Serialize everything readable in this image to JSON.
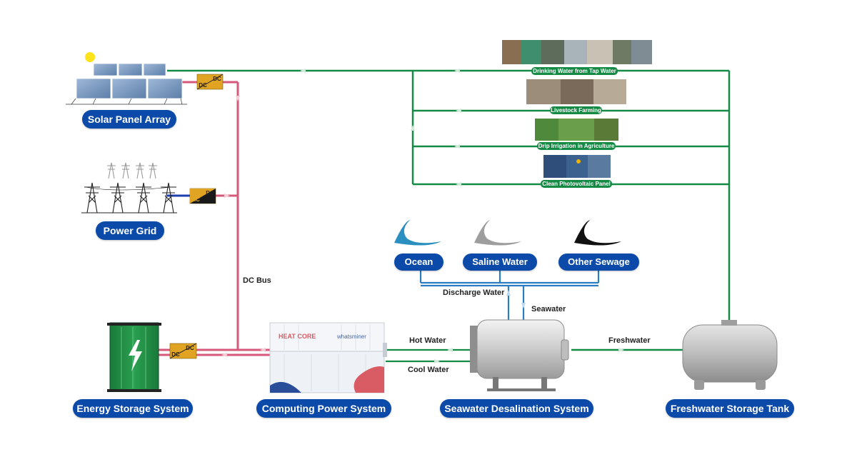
{
  "colors": {
    "bus_pink": "#d6587a",
    "water_green": "#158a45",
    "water_blue": "#2b7cc0",
    "pill_blue": "#0b4aa8",
    "converter_gold": "#e0a422"
  },
  "systems": {
    "solar": "Solar Panel Array",
    "grid": "Power Grid",
    "storage": "Energy Storage System",
    "computing": "Computing Power System",
    "desalination": "Seawater Desalination System",
    "tank": "Freshwater Storage Tank"
  },
  "sources": {
    "ocean": "Ocean",
    "saline": "Saline Water",
    "sewage": "Other Sewage"
  },
  "uses": {
    "drinking": "Drinking Water from Tap Water",
    "livestock": "Livestock Farming",
    "irrigation": "Drip Irrigation in Agriculture",
    "pv_clean": "Clean Photovoltaic Panel"
  },
  "flow_labels": {
    "dc_bus": "DC Bus",
    "discharge": "Discharge Water",
    "seawater": "Seawater",
    "hot_water": "Hot Water",
    "cool_water": "Cool Water",
    "freshwater": "Freshwater"
  },
  "converters": {
    "solar_top": "DC",
    "solar_bottom": "DC",
    "grid_top": "DC",
    "grid_bottom": "AC",
    "storage_top": "DC",
    "storage_bottom": "DC"
  },
  "container": {
    "brand_left": "HEAT CORE",
    "brand_right": "whatsminer"
  }
}
